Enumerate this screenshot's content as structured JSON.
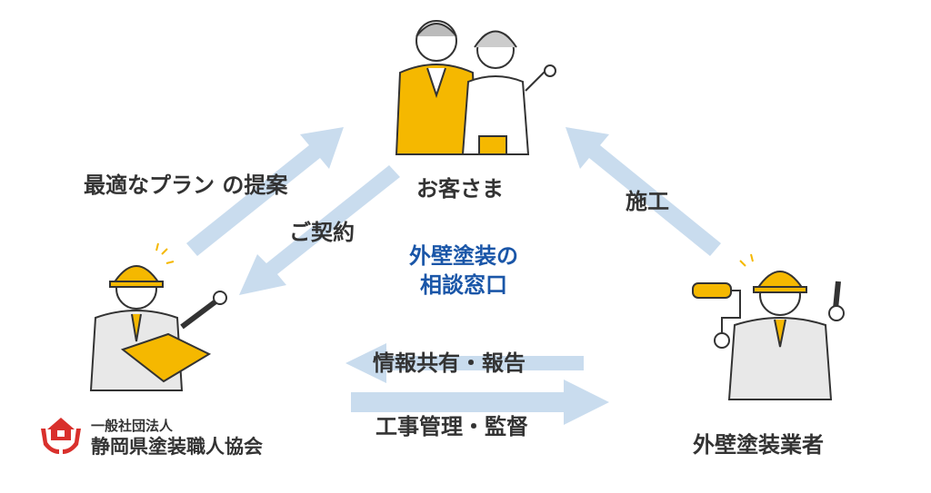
{
  "nodes": {
    "customer": "お客さま",
    "contractor": "外壁塗装業者",
    "center": [
      "外壁塗装の",
      "相談窓口"
    ]
  },
  "arrows": {
    "proposal": "最適なプラン の提案",
    "contract": "ご契約",
    "construction": "施工",
    "info_share": "情報共有・報告",
    "management": "工事管理・監督"
  },
  "organization": {
    "type": "一般社団法人",
    "name": "静岡県塗装職人協会",
    "logo_icon": "house-hands-icon"
  },
  "colors": {
    "arrow": "#c9dcee",
    "accent_blue": "#1a56a8",
    "logo_red": "#d9302c",
    "helmet": "#f5b800"
  }
}
